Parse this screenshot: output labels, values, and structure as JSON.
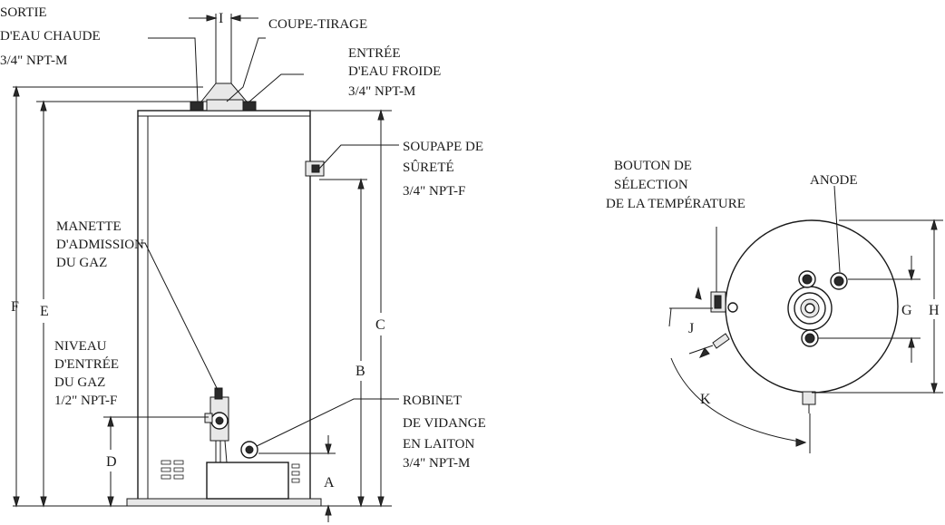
{
  "labels": {
    "hot_outlet": [
      "SORTIE",
      "D'EAU CHAUDE",
      "3/4\" NPT-M"
    ],
    "draft_hood": [
      "COUPE-TIRAGE"
    ],
    "cold_inlet": [
      "ENTRÉE",
      "D'EAU FROIDE",
      "3/4\" NPT-M"
    ],
    "relief_valve": [
      "SOUPAPE DE",
      "SÛRETÉ",
      "3/4\" NPT-F"
    ],
    "gas_valve": [
      "MANETTE",
      "D'ADMISSION",
      "DU GAZ"
    ],
    "gas_inlet": [
      "NIVEAU",
      "D'ENTRÉE",
      "DU GAZ",
      "1/2\" NPT-F"
    ],
    "drain_valve": [
      "ROBINET",
      "DE VIDANGE",
      "EN LAITON",
      "3/4\" NPT-M"
    ],
    "temp_knob": [
      "BOUTON DE",
      "SÉLECTION",
      "DE LA TEMPÉRATURE"
    ],
    "anode": [
      "ANODE"
    ]
  },
  "dimensions": {
    "A": "A",
    "B": "B",
    "C": "C",
    "D": "D",
    "E": "E",
    "F": "F",
    "G": "G",
    "H": "H",
    "I": "I",
    "J": "J",
    "K": "K"
  }
}
